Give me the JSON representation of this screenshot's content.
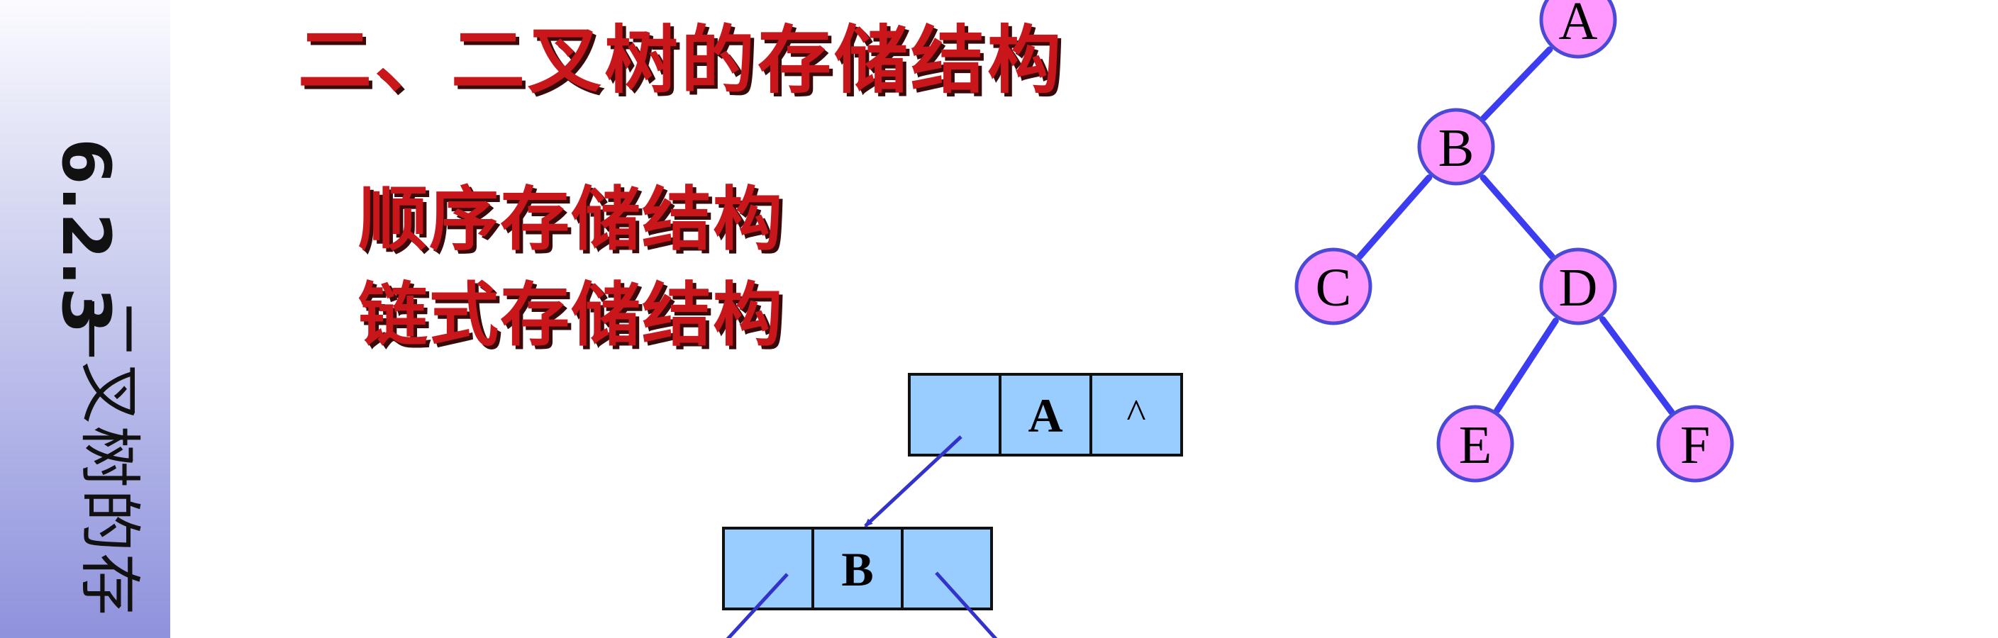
{
  "slide": {
    "section_number": "6.2.3",
    "section_title": "二叉树的存",
    "title": "二、二叉树的存储结构",
    "items": [
      {
        "label": "顺序存储结构"
      },
      {
        "label": "链式存储结构"
      }
    ]
  },
  "tree": {
    "nodes": [
      {
        "id": "A",
        "label": "A"
      },
      {
        "id": "B",
        "label": "B"
      },
      {
        "id": "C",
        "label": "C"
      },
      {
        "id": "D",
        "label": "D"
      },
      {
        "id": "E",
        "label": "E"
      },
      {
        "id": "F",
        "label": "F"
      }
    ],
    "edges": [
      {
        "from": "A",
        "to": "B"
      },
      {
        "from": "B",
        "to": "C"
      },
      {
        "from": "B",
        "to": "D"
      },
      {
        "from": "D",
        "to": "E"
      },
      {
        "from": "D",
        "to": "F"
      }
    ],
    "colors": {
      "node_fill": "#ff99ff",
      "node_stroke": "#4a4ad6",
      "edge": "#3c3cf0"
    }
  },
  "linked_list": {
    "nodes": [
      {
        "id": "node-a",
        "cells": [
          "",
          "A",
          "^"
        ]
      },
      {
        "id": "node-b",
        "cells": [
          "",
          "B",
          ""
        ]
      }
    ],
    "colors": {
      "cell_fill": "#99ccff",
      "cell_stroke": "#111111",
      "pointer": "#3333cc"
    }
  },
  "colors": {
    "title": "#c8161b",
    "title_shadow": "#3a0a0a"
  }
}
